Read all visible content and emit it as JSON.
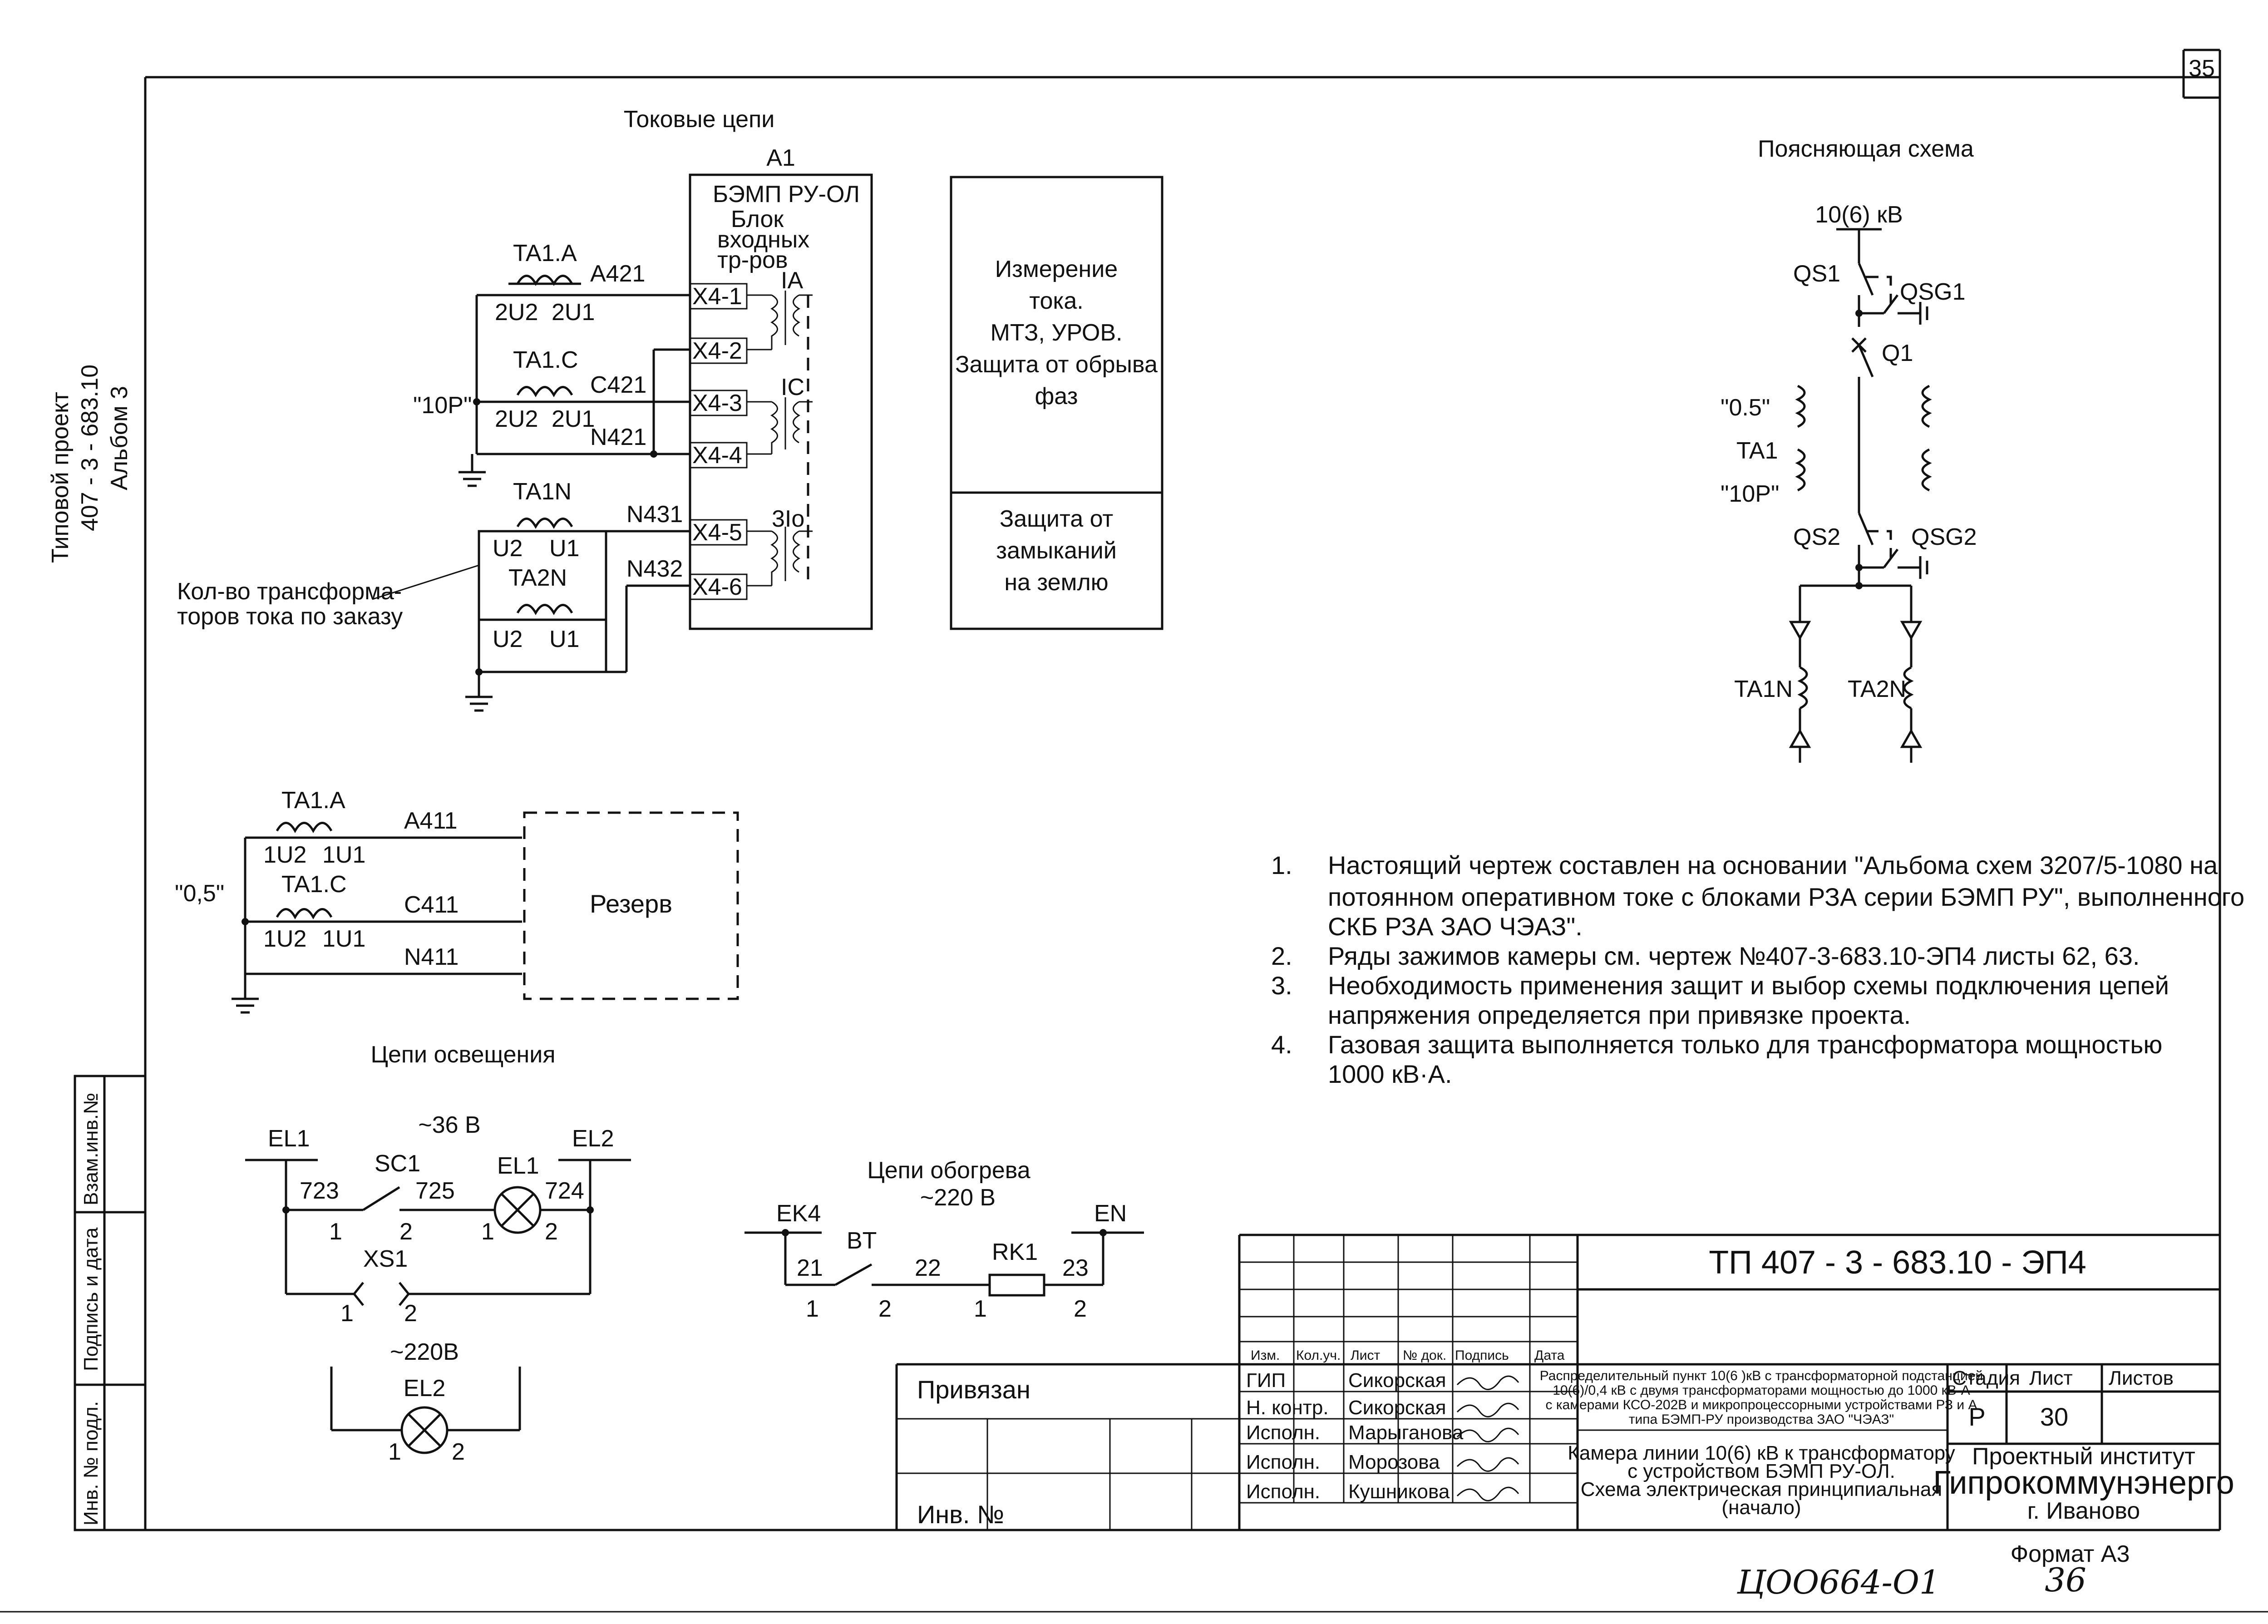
{
  "sheet": {
    "page_number": "35",
    "side_project": [
      "Типовой проект",
      "407 - 3 - 683.10",
      "Альбом  3"
    ],
    "side_cells": [
      "Взам.инв.№",
      "Подпись и дата",
      "Инв. № подл."
    ]
  },
  "current_circuits": {
    "title": "Токовые цепи",
    "a1": "A1",
    "block": [
      "БЭМП РУ-ОЛ",
      "Блок",
      "входных",
      "тр-ров"
    ],
    "ta1a": "TA1.A",
    "ta1c": "TA1.C",
    "ta1n": "TA1N",
    "ta2n": "TA2N",
    "u2u": "2U2",
    "u1u": "2U1",
    "uu2": "U2",
    "uu1": "U1",
    "p10": "\"10P\"",
    "wires": [
      "A421",
      "C421",
      "N421",
      "N431",
      "N432"
    ],
    "terminals": [
      "X4-1",
      "X4-2",
      "X4-3",
      "X4-4",
      "X4-5",
      "X4-6"
    ],
    "coils": [
      "IA",
      "IC",
      "3Io"
    ],
    "note": [
      "Кол-во трансформа-",
      "торов тока по заказу"
    ]
  },
  "function_box": {
    "top": [
      "Измерение",
      "тока.",
      "МТЗ, УРОВ.",
      "Защита от обрыва",
      "фаз"
    ],
    "bottom": [
      "Защита от",
      "замыканий",
      "на землю"
    ]
  },
  "explanatory": {
    "title": "Поясняющая схема",
    "voltage": "10(6) кВ",
    "labels": [
      "QS1",
      "QSG1",
      "Q1",
      "\"0.5\"",
      "TA1",
      "\"10P\"",
      "QS2",
      "QSG2",
      "TA1N",
      "TA2N"
    ]
  },
  "reserve": {
    "ta1a": "TA1.A",
    "ta1c": "TA1.C",
    "p05": "\"0,5\"",
    "u1": "1U2",
    "u2": "1U1",
    "wires": [
      "A411",
      "C411",
      "N411"
    ],
    "box": "Резерв"
  },
  "notes": [
    {
      "n": "1.",
      "lines": [
        "Настоящий чертеж составлен на основании \"Альбома схем 3207/5-1080 на",
        "потоянном оперативном токе с блоками РЗА серии БЭМП РУ\", выполненного",
        "СКБ РЗА ЗАО ЧЭАЗ\"."
      ]
    },
    {
      "n": "2.",
      "lines": [
        "Ряды  зажимов камеры см. чертеж №407-3-683.10-ЭП4 листы 62, 63."
      ]
    },
    {
      "n": "3.",
      "lines": [
        "Необходимость применения защит и выбор схемы подключения цепей",
        "напряжения определяется при привязке проекта."
      ]
    },
    {
      "n": "4.",
      "lines": [
        " Газовая защита выполняется только для трансформатора мощностью",
        "1000 кВ·А."
      ]
    }
  ],
  "lighting": {
    "title": "Цепи освещения",
    "voltage36": "~36 В",
    "voltage220": "~220В",
    "labels": [
      "EL1",
      "SC1",
      "EL1",
      "EL2",
      "723",
      "725",
      "724",
      "1",
      "2",
      "1",
      "2",
      "XS1",
      "1",
      "2",
      "EL2",
      "1",
      "2"
    ]
  },
  "heating": {
    "title": "Цепи обогрева",
    "voltage": "~220 В",
    "labels": [
      "EK4",
      "BT",
      "RK1",
      "EN",
      "21",
      "22",
      "23",
      "1",
      "2",
      "1",
      "2"
    ]
  },
  "title_block": {
    "code": "ТП  407 - 3 - 683.10 - ЭП4",
    "headers": [
      "Изм.",
      "Кол.уч.",
      "Лист",
      "№ док.",
      "Подпись",
      "Дата"
    ],
    "roles": [
      "ГИП",
      "Н. контр.",
      "Исполн.",
      "Исполн.",
      "Исполн."
    ],
    "names": [
      "Сикорская",
      "Сикорская",
      "Марыганова",
      "Морозова",
      "Кушникова"
    ],
    "object": [
      "Распределительный пункт 10(6 )кВ с трансформаторной подстанцией",
      "10(6)/0,4 кВ с двумя трансформаторами мощностью до 1000 кВ-А",
      "с камерами КСО-202В и микропроцессорными устройствами РЗ и А",
      "типа БЭМП-РУ  производства ЗАО \"ЧЭАЗ\""
    ],
    "sheet_name": [
      "Камера линии 10(6) кВ к трансформатору",
      "с устройством БЭМП РУ-ОЛ.",
      "Схема электрическая принципиальная",
      "(начало)"
    ],
    "stage_h": "Стадия",
    "list_h": "Лист",
    "lists_h": "Листов",
    "stage": "Р",
    "list": "30",
    "org": [
      "Проектный институт",
      "Гипрокоммунэнерго",
      "г. Иваново"
    ],
    "privyazan": "Привязан",
    "inv": "Инв. №"
  },
  "footer": {
    "format": "Формат А3",
    "archive": "ЦОО664-О1",
    "page2": "36"
  }
}
